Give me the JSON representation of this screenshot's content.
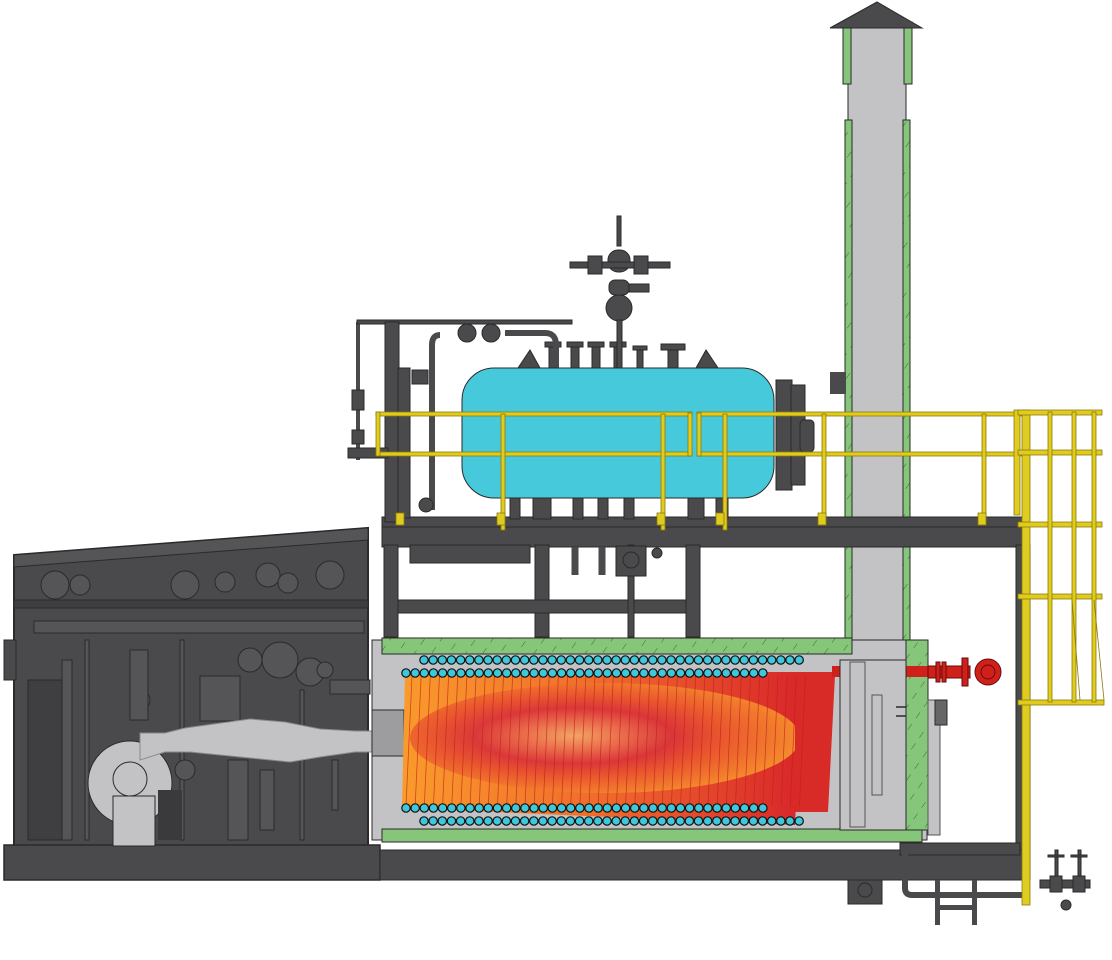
{
  "diagram": {
    "type": "packaged fired heater / boiler cross-section",
    "components": [
      {
        "id": "burner-skid",
        "label": "Burner & fuel train skid (left enclosure)"
      },
      {
        "id": "blower",
        "label": "Combustion air blower"
      },
      {
        "id": "air-duct",
        "label": "Combustion air duct"
      },
      {
        "id": "radiant-firebox",
        "label": "Radiant section / firebox with flame"
      },
      {
        "id": "coil-tubes",
        "label": "Coil tubes (upper and lower rows)"
      },
      {
        "id": "refractory",
        "label": "Refractory / insulation lining"
      },
      {
        "id": "steam-drum",
        "label": "Steam drum"
      },
      {
        "id": "stack",
        "label": "Exhaust stack with rain cap"
      },
      {
        "id": "outlet-flange",
        "label": "Process outlet nozzle"
      },
      {
        "id": "platform-handrail",
        "label": "Platform handrail"
      },
      {
        "id": "ladder-cage",
        "label": "Access ladder with cage"
      },
      {
        "id": "drum-valves",
        "label": "Steam drum valves & piping"
      },
      {
        "id": "base-frame",
        "label": "Structural base frame"
      }
    ],
    "tube_counts": {
      "upper_outer": 42,
      "upper_inner": 40,
      "lower_inner": 40,
      "lower_outer": 42
    }
  },
  "colors": {
    "steel": "#4a4a4c",
    "steel_line": "#2a2a2a",
    "light_gray": "#c3c3c5",
    "insulation": "#86c67a",
    "steam_drum": "#47c9dc",
    "tube": "#3fc8dc",
    "handrail": "#e0cc20",
    "flame_outer": "#f79a2e",
    "flame_mid": "#e8402a",
    "flame_core": "#f2b35a",
    "hot_outlet": "#d0201c"
  }
}
